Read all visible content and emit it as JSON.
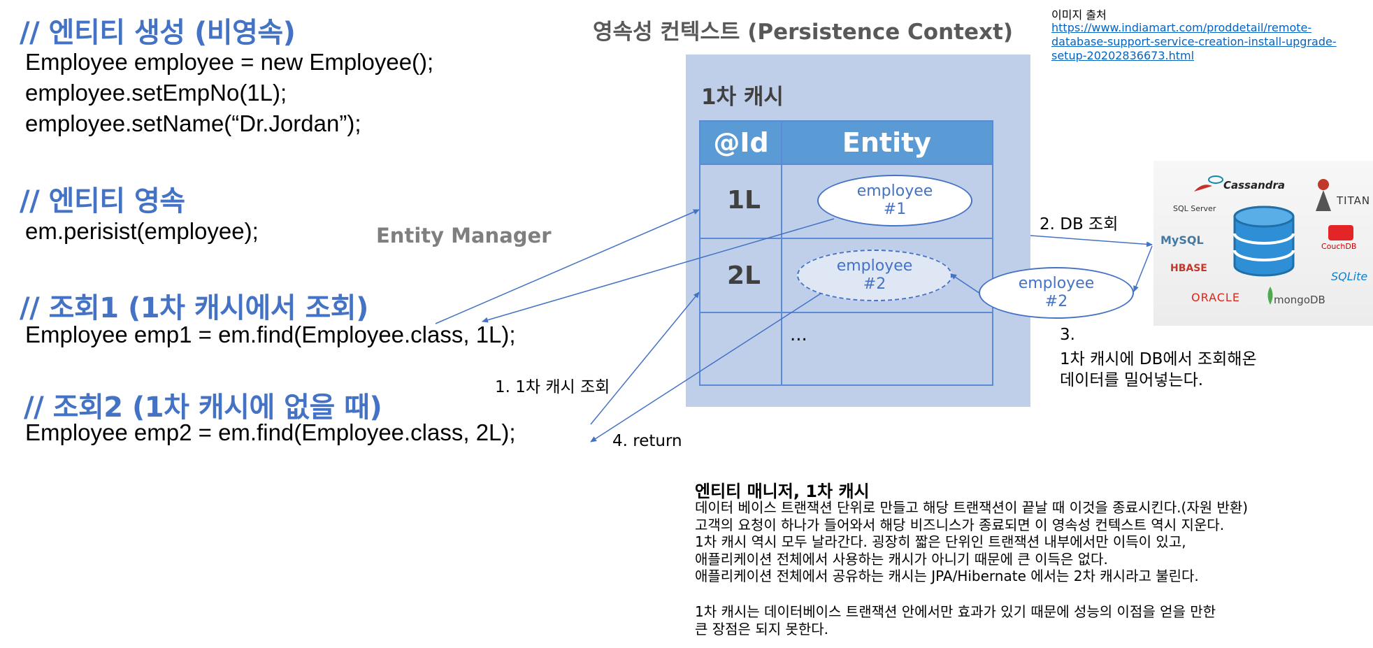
{
  "left": {
    "heading_create": "// 엔티티 생성 (비영속)",
    "code_create": [
      "Employee employee = new Employee();",
      "employee.setEmpNo(1L);",
      "employee.setName(“Dr.Jordan”);"
    ],
    "heading_persist": "// 엔티티 영속",
    "code_persist": "em.perisist(employee);",
    "heading_find1": "// 조회1 (1차 캐시에서 조회)",
    "code_find1": "Employee emp1 = em.find(Employee.class, 1L);",
    "heading_find2": "// 조회2 (1차 캐시에 없을 때)",
    "code_find2": "Employee emp2 = em.find(Employee.class, 2L);"
  },
  "entity_manager_label": "Entity Manager",
  "persistence_context": {
    "title": "영속성 컨텍스트 (Persistence Context)",
    "cache_title": "1차 캐시",
    "columns": [
      "@Id",
      "Entity"
    ],
    "rows": [
      {
        "id": "1L",
        "entity_line1": "employee",
        "entity_line2": "#1"
      },
      {
        "id": "2L",
        "entity_line1": "employee",
        "entity_line2": "#2"
      },
      {
        "id": "",
        "entity_line1": "...",
        "entity_line2": ""
      }
    ]
  },
  "db_entity": {
    "line1": "employee",
    "line2": "#2"
  },
  "steps": {
    "step1": "1. 1차 캐시 조회",
    "step2": "2. DB 조회",
    "step3_num": "3.",
    "step3_line1": "1차 캐시에 DB에서 조회해온",
    "step3_line2": "데이터를 밀어넣는다.",
    "step4": "4. return"
  },
  "source": {
    "label": "이미지 출처",
    "url": "https://www.indiamart.com/proddetail/remote-database-support-service-creation-install-upgrade-setup-20202836673.html"
  },
  "db_logos": [
    "Cassandra",
    "SQL Server",
    "TITAN",
    "MySQL",
    "CouchDB",
    "HBASE",
    "SQLite",
    "ORACLE",
    "mongoDB"
  ],
  "notes": {
    "title": "엔티티 매니저, 1차 캐시",
    "lines": [
      "데이터 베이스 트랜잭션 단위로 만들고 해당 트랜잭션이 끝날 때 이것을 종료시킨다.(자원 반환)",
      "고객의 요청이 하나가 들어와서 해당 비즈니스가 종료되면 이 영속성 컨텍스트 역시 지운다.",
      "1차 캐시 역시 모두 날라간다. 굉장히 짧은 단위인 트랜잭션 내부에서만 이득이 있고,",
      "애플리케이션 전체에서 사용하는 캐시가 아니기 때문에 큰 이득은 없다.",
      "애플리케이션 전체에서 공유하는 캐시는 JPA/Hibernate 에서는 2차 캐시라고 불린다.",
      "",
      "1차 캐시는 데이터베이스 트랜잭션 안에서만 효과가 있기 때문에 성능의 이점을 얻을 만한",
      "큰 장점은 되지 못한다."
    ]
  },
  "colors": {
    "heading": "#4472C4",
    "pc_background": "#bfcfea",
    "table_header": "#5b9bd5",
    "arrow": "#4472C4",
    "link": "#0563C1"
  }
}
